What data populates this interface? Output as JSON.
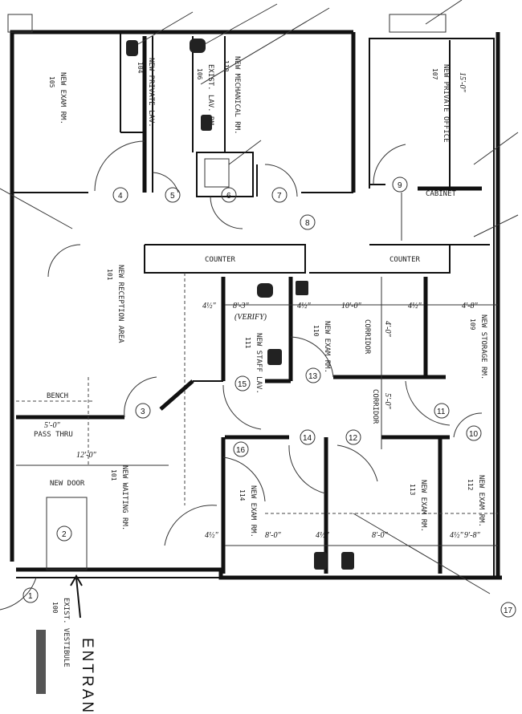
{
  "rooms": {
    "exam_105": {
      "label": "NEW EXAM RM.",
      "number": "105"
    },
    "lav_104": {
      "label": "NEW PRIVATE LAV.",
      "number": "104"
    },
    "lav_106": {
      "label": "EXIST. LAV. RM.",
      "number": "106"
    },
    "mech_110": {
      "label": "NEW MECHANICAL RM.",
      "number": "110"
    },
    "office_107": {
      "label": "NEW PRIVATE OFFICE",
      "number": "107",
      "dim": "15'-0\""
    },
    "reception": {
      "label": "NEW RECEPTION AREA",
      "number": "101"
    },
    "staff_lav": {
      "label": "NEW STAFF LAV.",
      "number": "111",
      "dim": "8'-3\"",
      "note": "(VERIFY)"
    },
    "exam_110": {
      "label": "NEW EXAM RM.",
      "number": "110",
      "dim": "10'-0\"",
      "dim2": "4'-0\""
    },
    "storage": {
      "label": "NEW STORAGE RM.",
      "number": "109",
      "dim": "4'-8\""
    },
    "waiting": {
      "label": "NEW WAITING RM.",
      "number": "101",
      "dim": "12'-0\""
    },
    "exam_114": {
      "label": "NEW EXAM RM.",
      "number": "114",
      "dim": "8'-0\""
    },
    "exam_113": {
      "label": "NEW EXAM RM.",
      "number": "113",
      "dim": "8'-0\""
    },
    "exam_112": {
      "label": "NEW EXAM RM.",
      "number": "112",
      "dim": "9'-8\""
    },
    "vestibule": {
      "label": "EXIST. VESTIBULE",
      "number": "100"
    }
  },
  "annotations": {
    "counter1": "COUNTER",
    "counter2": "COUNTER",
    "corridor1": "CORRIDOR",
    "corridor2": "CORRIDOR",
    "corridor_dim": "5'-0\"",
    "pass_thru": "PASS THRU",
    "pass_dim": "5'-0\"",
    "new_door": "NEW DOOR",
    "bench": "BENCH",
    "cabinet": "CABINET",
    "entrance": "ENTRANCE",
    "wall_dim": "4½\""
  },
  "doors": [
    "1",
    "2",
    "3",
    "4",
    "5",
    "6",
    "7",
    "8",
    "9",
    "10",
    "11",
    "12",
    "13",
    "14",
    "15",
    "16",
    "17"
  ]
}
